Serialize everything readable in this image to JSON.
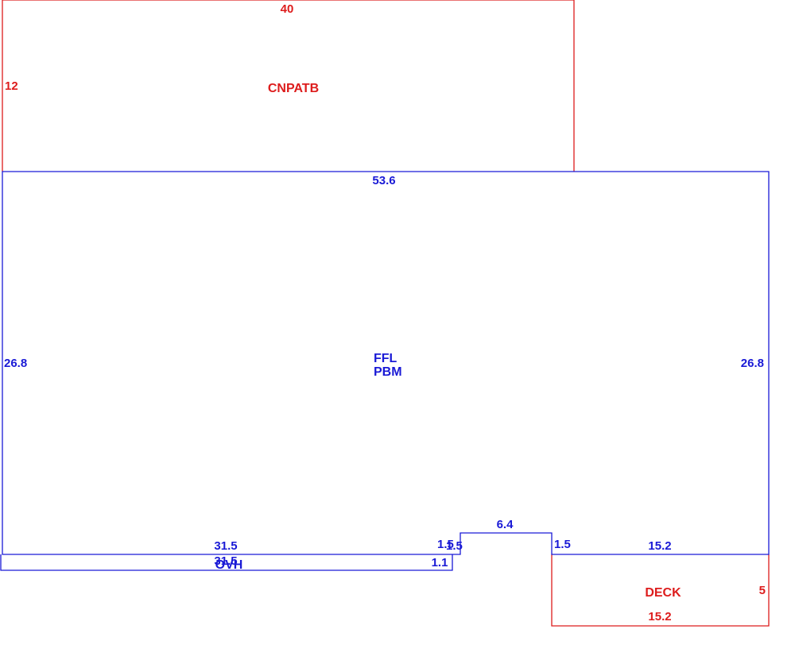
{
  "colors": {
    "red": "#dd1c1c",
    "blue": "#1a1ad6"
  },
  "canopy": {
    "label": "CNPATB",
    "width": "40",
    "depth": "12"
  },
  "main": {
    "label_1": "FFL",
    "label_2": "PBM",
    "top": "53.6",
    "left": "26.8",
    "right": "26.8",
    "bottom_left": "31.5",
    "step_a": "1.5",
    "step_b": "1.5",
    "notch_width": "6.4",
    "notch_side": "1.5",
    "bottom_right": "15.2"
  },
  "overhang": {
    "label": "OVH",
    "length": "31.5",
    "depth": "1.1"
  },
  "deck": {
    "label": "DECK",
    "top": "15.2",
    "bottom": "15.2",
    "side": "5"
  }
}
